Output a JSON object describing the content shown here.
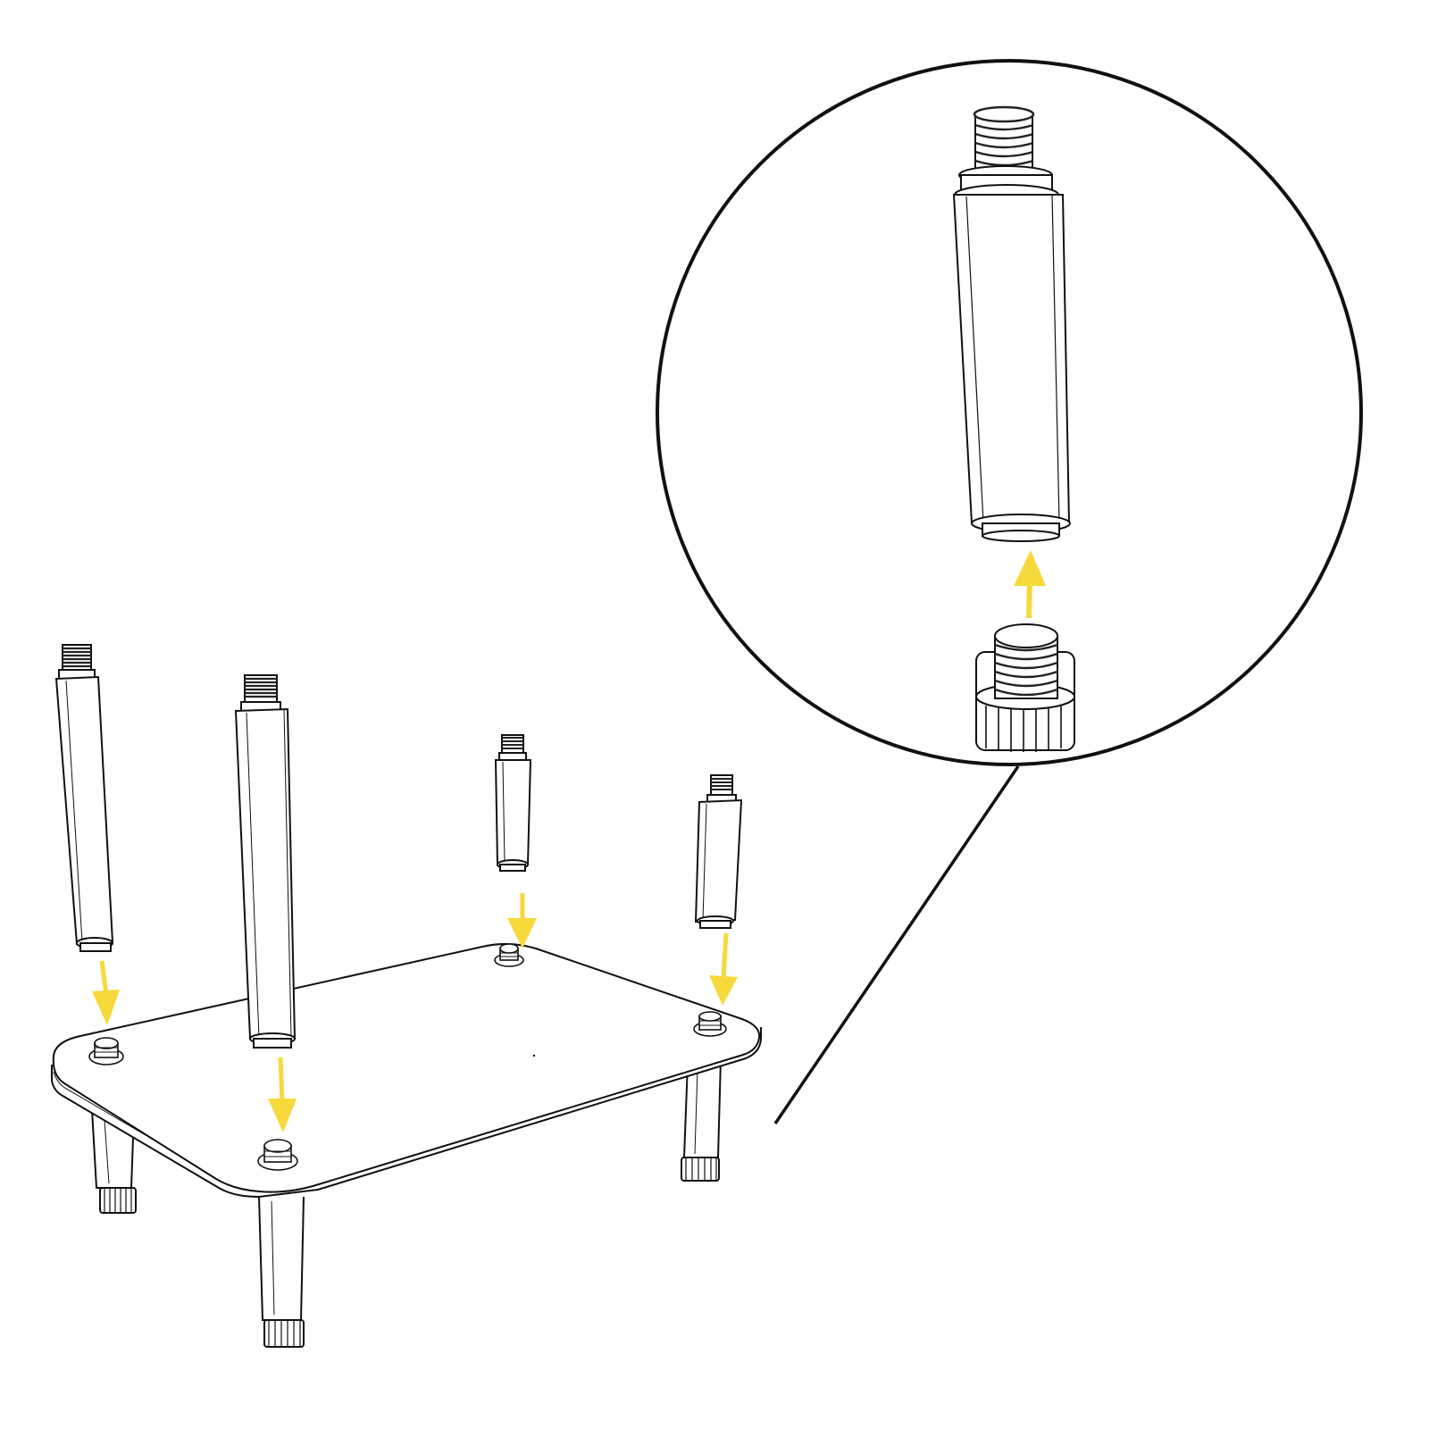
{
  "figure": {
    "kind": "assembly-instruction",
    "text_labels": [],
    "colors": {
      "line": "#111111",
      "fill": "#ffffff",
      "arrow": "#f6d93b",
      "thread": "#222222"
    }
  },
  "steps": [
    {
      "part": "leg-post",
      "target": "shelf-stud-front-left",
      "direction": "down"
    },
    {
      "part": "leg-post",
      "target": "shelf-stud-front-middle",
      "direction": "down"
    },
    {
      "part": "leg-post",
      "target": "shelf-stud-back-middle",
      "direction": "down"
    },
    {
      "part": "leg-post",
      "target": "shelf-stud-back-right",
      "direction": "down"
    }
  ],
  "detail": {
    "shows": [
      "leg-post",
      "leveling-foot"
    ],
    "direction": "up"
  }
}
